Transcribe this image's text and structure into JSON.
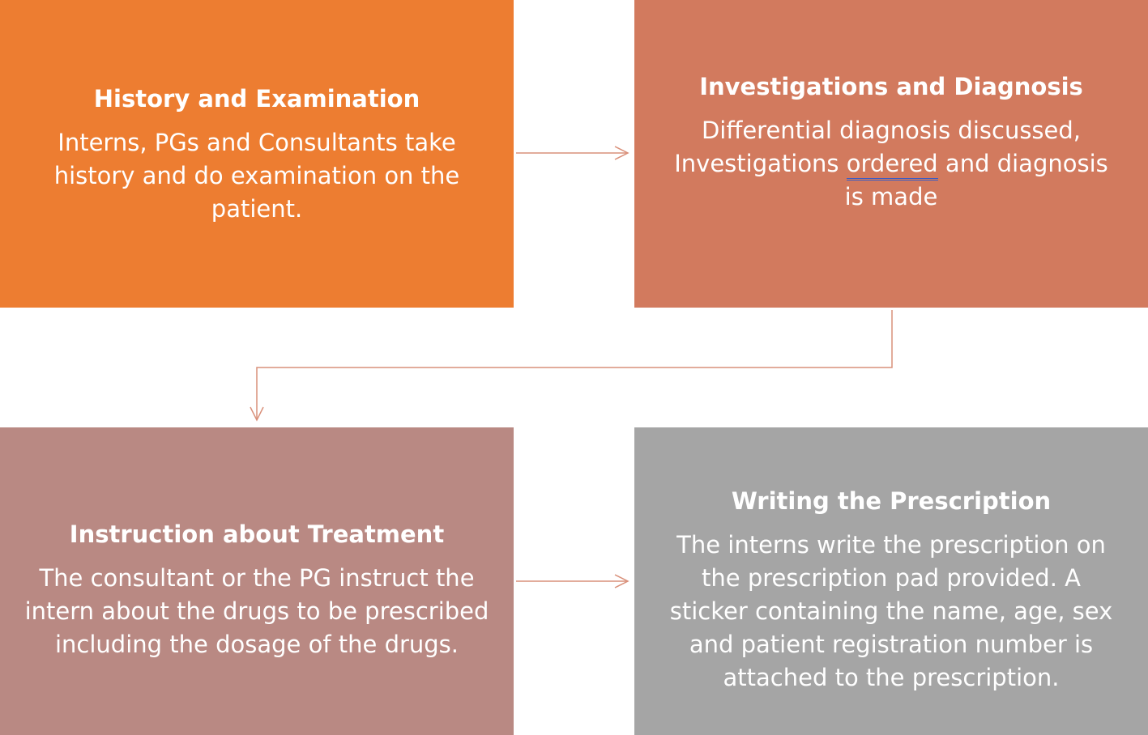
{
  "boxes": {
    "history": {
      "title": "History and Examination",
      "body": "Interns, PGs and Consultants take history and do examination on the patient."
    },
    "investigations": {
      "title": "Investigations and Diagnosis",
      "body_before": "Differential diagnosis discussed, Investigations ",
      "body_underlined": "ordered",
      "body_after": " and diagnosis is made"
    },
    "instruction": {
      "title": "Instruction about Treatment",
      "body": "The consultant or the PG instruct the intern about the drugs to be prescribed including the dosage of the drugs."
    },
    "prescription": {
      "title": "Writing the Prescription",
      "body": "The interns write the prescription on the prescription pad provided. A sticker containing the name, age, sex and patient registration number is attached to the prescription."
    }
  },
  "colors": {
    "history": "#ed7d31",
    "investigations": "#d27a5e",
    "instruction": "#b98983",
    "prescription": "#a5a5a5",
    "connector": "#d9907a"
  }
}
